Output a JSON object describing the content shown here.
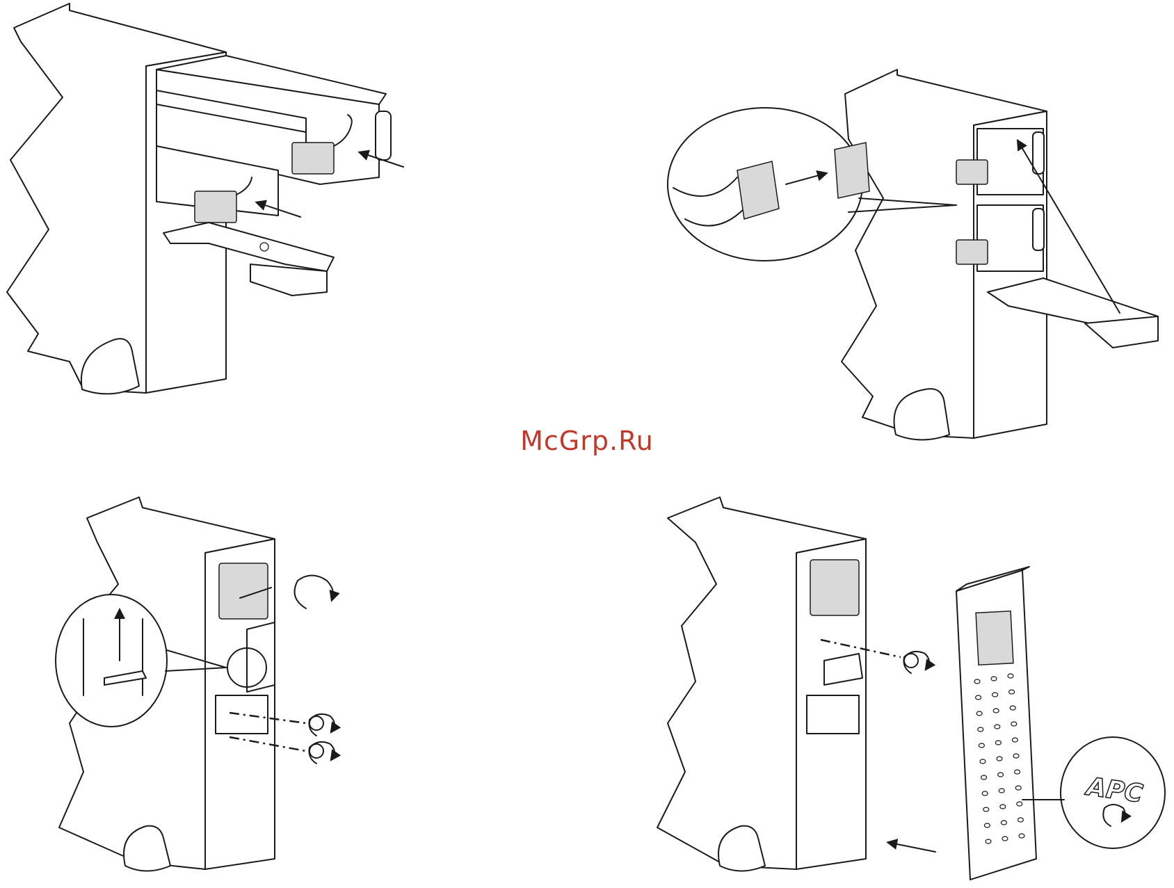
{
  "watermark": "McGrp.Ru",
  "logo_text": "APC",
  "colors": {
    "line": "#1a1a1a",
    "watermark": "#c0392b",
    "fill": "#ffffff",
    "shade": "#d9d9d9"
  },
  "panels": [
    {
      "id": "panel-1",
      "step": "insert-battery-packs"
    },
    {
      "id": "panel-2",
      "step": "connect-battery-connectors"
    },
    {
      "id": "panel-3",
      "step": "reinstall-bracket-and-screws"
    },
    {
      "id": "panel-4",
      "step": "attach-front-bezel"
    }
  ]
}
